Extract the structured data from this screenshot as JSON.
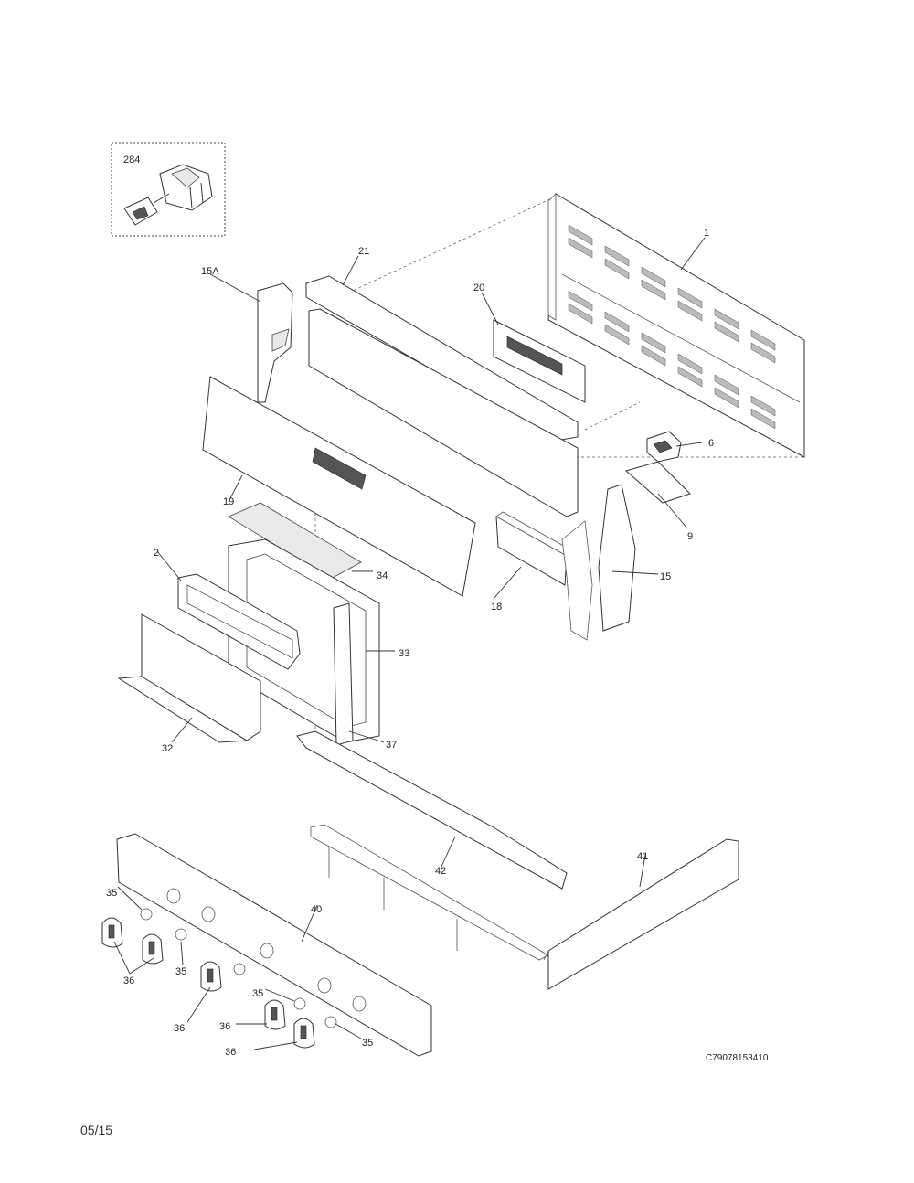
{
  "callouts": {
    "c1": "1",
    "c2": "2",
    "c6": "6",
    "c9": "9",
    "c15": "15",
    "c15a": "15A",
    "c18": "18",
    "c19": "19",
    "c20": "20",
    "c21": "21",
    "c32": "32",
    "c33": "33",
    "c34": "34",
    "c35a": "35",
    "c35b": "35",
    "c35c": "35",
    "c35d": "35",
    "c36a": "36",
    "c36b": "36",
    "c36c": "36",
    "c36d": "36",
    "c37": "37",
    "c40": "40",
    "c41": "41",
    "c42": "42",
    "c284": "284"
  },
  "diagram_code": "C79078153410",
  "date": "05/15"
}
